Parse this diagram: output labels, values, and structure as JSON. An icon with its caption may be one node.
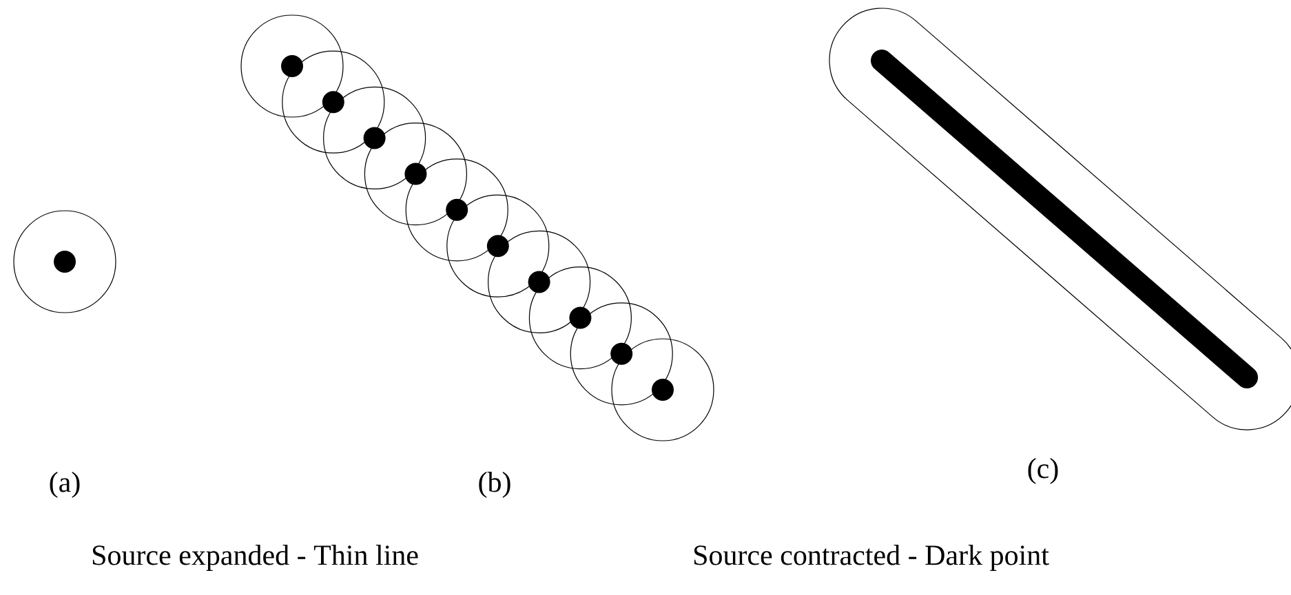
{
  "diagram": {
    "labels": [
      "(a)",
      "(b)",
      "(c)",
      "Source expanded - Thin line",
      "Source contracted - Dark point"
    ]
  }
}
